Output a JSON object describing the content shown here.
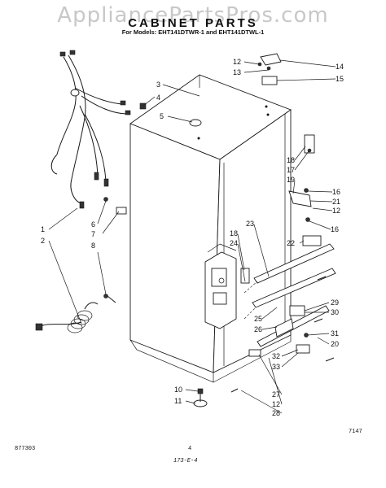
{
  "watermark": "AppliancePartsPros.com",
  "title": "CABINET PARTS",
  "models_line": "For Models: EHT141DTWR-1 and EHT141DTWL-1",
  "footer": {
    "left_code": "877303",
    "page_number": "4",
    "handwritten": "173-E-4",
    "figure_code": "7147"
  },
  "callouts": [
    "1",
    "2",
    "3",
    "4",
    "5",
    "6",
    "7",
    "8",
    "10",
    "11",
    "12",
    "13",
    "14",
    "15",
    "18",
    "17",
    "19",
    "16",
    "21",
    "12",
    "16",
    "22",
    "23",
    "18",
    "24",
    "25",
    "26",
    "29",
    "30",
    "31",
    "20",
    "32",
    "33",
    "27",
    "12",
    "28"
  ]
}
